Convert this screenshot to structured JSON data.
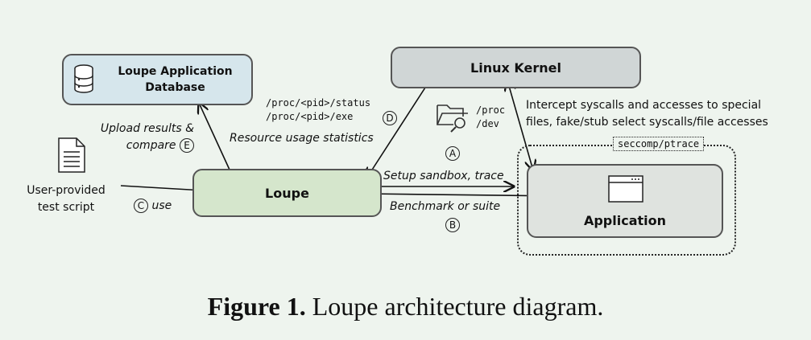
{
  "boxes": {
    "database": "Loupe Application Database",
    "kernel": "Linux Kernel",
    "loupe": "Loupe",
    "application": "Application",
    "sandbox_tag": "seccomp/ptrace"
  },
  "labels": {
    "proc_paths": [
      "/proc/<pid>/status",
      "/proc/<pid>/exe"
    ],
    "kernel_files": [
      "/proc",
      "/dev"
    ],
    "intercept": [
      "Intercept syscalls and accesses to special",
      "files, fake/stub select syscalls/file accesses"
    ],
    "upload": [
      "Upload results &",
      "compare"
    ],
    "resource_usage": "Resource usage statistics",
    "setup": "Setup sandbox, trace",
    "benchmark": "Benchmark or suite",
    "user_script": [
      "User-provided",
      "test script"
    ],
    "use": "use"
  },
  "markers": {
    "A": "A",
    "B": "B",
    "C": "C",
    "D": "D",
    "E": "E"
  },
  "caption": {
    "prefix": "Figure 1.",
    "text": "Loupe architecture diagram."
  },
  "icons": [
    "database-icon",
    "document-icon",
    "folder-search-icon",
    "window-icon"
  ]
}
